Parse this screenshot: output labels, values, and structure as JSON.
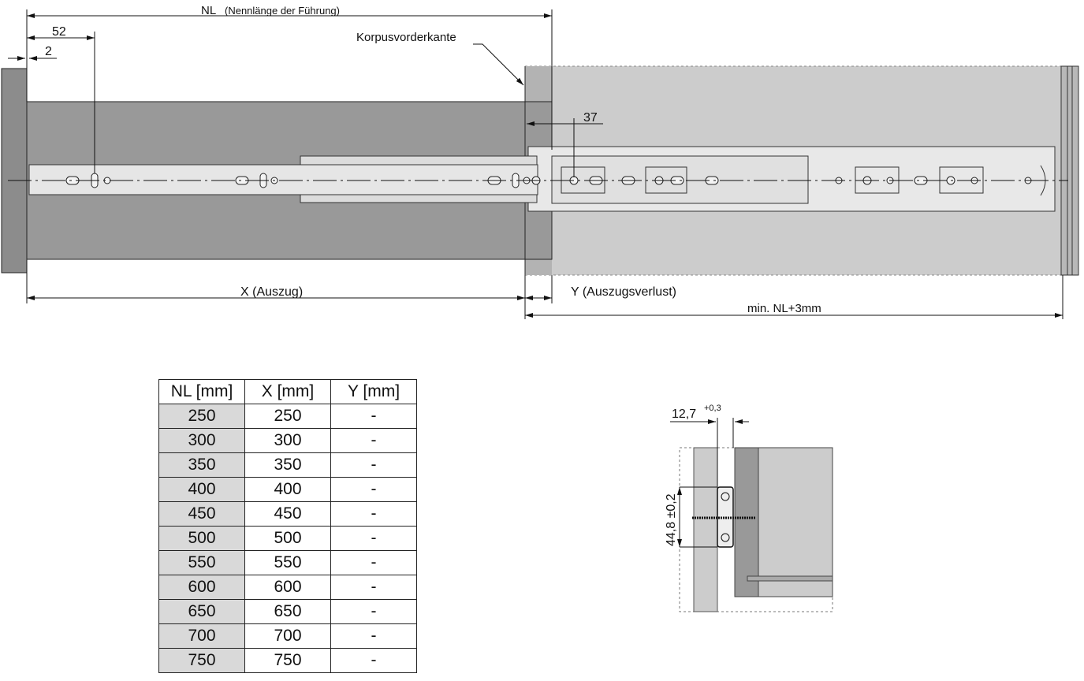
{
  "drawing": {
    "nl_label": "NL",
    "nl_desc": "(Nennlänge der Führung)",
    "dim_52": "52",
    "dim_2": "2",
    "korpus_label": "Korpusvorderkante",
    "dim_37": "37",
    "x_label": "X (Auszug)",
    "y_label": "Y (Auszugsverlust)",
    "min_label": "min. NL+3mm"
  },
  "section": {
    "width_dim": "12,7",
    "width_tol": "+0,3",
    "height_dim": "44,8 ±0,2"
  },
  "colors": {
    "drawer": "#999999",
    "cabinet": "#cccccc",
    "rail": "#e6e6e6",
    "table_first_col": "#d9d9d9"
  },
  "table": {
    "headers": [
      "NL [mm]",
      "X [mm]",
      "Y [mm]"
    ],
    "rows": [
      [
        "250",
        "250",
        "-"
      ],
      [
        "300",
        "300",
        "-"
      ],
      [
        "350",
        "350",
        "-"
      ],
      [
        "400",
        "400",
        "-"
      ],
      [
        "450",
        "450",
        "-"
      ],
      [
        "500",
        "500",
        "-"
      ],
      [
        "550",
        "550",
        "-"
      ],
      [
        "600",
        "600",
        "-"
      ],
      [
        "650",
        "650",
        "-"
      ],
      [
        "700",
        "700",
        "-"
      ],
      [
        "750",
        "750",
        "-"
      ]
    ]
  }
}
